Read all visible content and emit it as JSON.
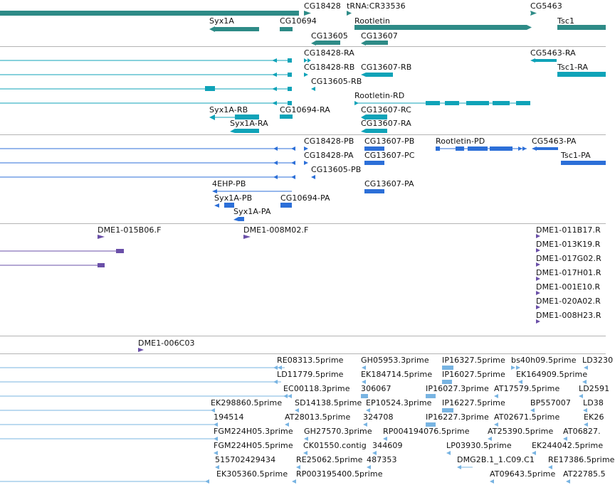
{
  "colors": {
    "gene": "#2e8b87",
    "transcript_a": "#0fa3b8",
    "transcript_b": "#2c6fd8",
    "clone": "#6a4fa8",
    "est": "#78b4e2",
    "separator": "#b4b4b4"
  },
  "tracks": {
    "genes": {
      "labels": [
        "CG18428",
        "tRNA:CR33536",
        "CG5463",
        "Syx1A",
        "CG10694",
        "Rootletin",
        "Tsc1",
        "CG13605",
        "CG13607"
      ]
    },
    "transcripts_a": {
      "labels": [
        "CG18428-RA",
        "CG5463-RA",
        "CG18428-RB",
        "CG13607-RB",
        "Tsc1-RA",
        "CG13605-RB",
        "Rootletin-RD",
        "Syx1A-RB",
        "CG10694-RA",
        "CG13607-RC",
        "Syx1A-RA",
        "CG13607-RA"
      ]
    },
    "transcripts_b": {
      "labels": [
        "CG18428-PB",
        "CG13607-PB",
        "Rootletin-PD",
        "CG5463-PA",
        "CG18428-PA",
        "CG13607-PC",
        "Tsc1-PA",
        "CG13605-PB",
        "CG13607-PA",
        "4EHP-PB",
        "Syx1A-PB",
        "CG10694-PA",
        "Syx1A-PA"
      ]
    },
    "clones": {
      "labels": [
        "DME1-015B06.F",
        "DME1-008M02.F",
        "DME1-011B17.R",
        "DME1-013K19.R",
        "DME1-017G02.R",
        "DME1-017H01.R",
        "DME1-001E10.R",
        "DME1-020A02.R",
        "DME1-008H23.R"
      ]
    },
    "clone_single": {
      "labels": [
        "DME1-006C03"
      ]
    },
    "ests": {
      "labels": [
        "RE08313.5prime",
        "GH05953.3prime",
        "IP16327.5prime",
        "bs40h09.5prime",
        "LD3230",
        "LD11779.5prime",
        "EK184714.5prime",
        "IP16027.5prime",
        "EK164909.5prime",
        "EC00118.3prime",
        "306067",
        "IP16027.3prime",
        "AT17579.5prime",
        "LD2591",
        "EK298860.5prime",
        "SD14138.5prime",
        "EP10524.3prime",
        "IP16227.5prime",
        "BP557007",
        "LD38",
        "194514",
        "AT28013.5prime",
        "324708",
        "IP16227.3prime",
        "AT02671.5prime",
        "EK26",
        "FGM224H05.3prime",
        "GH27570.3prime",
        "RP004194076.5prime",
        "AT25390.5prime",
        "AT06827.",
        "FGM224H05.5prime",
        "CK01550.contig",
        "344609",
        "LP03930.5prime",
        "EK244042.5prime",
        "515702429434",
        "RE25062.5prime",
        "487353",
        "DMG2B.1_1.C09.C1",
        "RE17386.5prime",
        "EK305360.5prime",
        "RP003195400.5prime",
        "AT09643.5prime",
        "AT22785.5"
      ]
    }
  }
}
